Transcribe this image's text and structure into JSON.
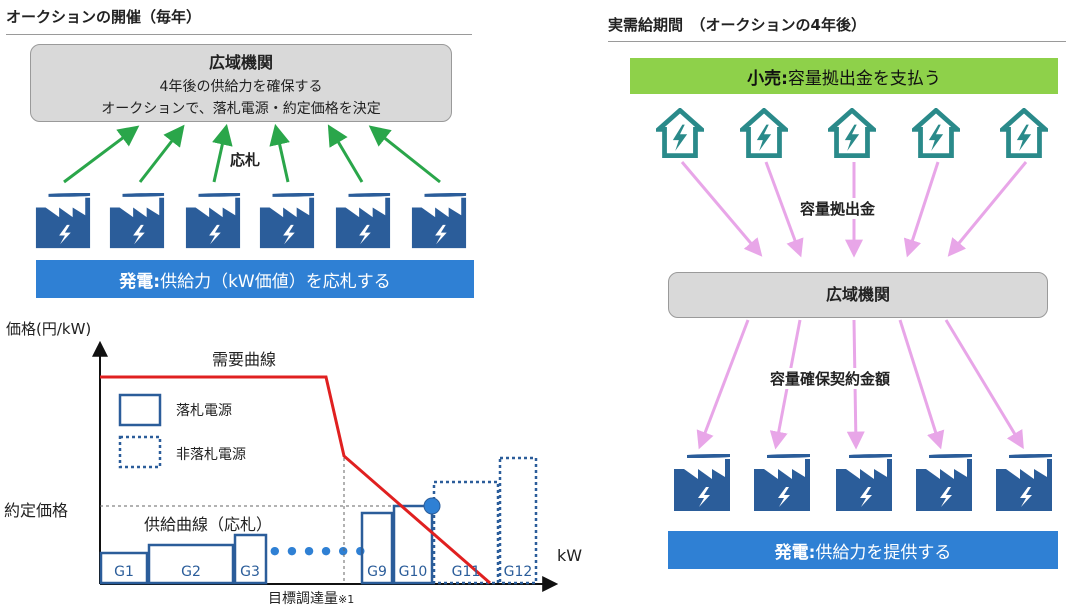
{
  "left": {
    "title": "オークションの開催（毎年）",
    "top_box": {
      "heading": "広域機関",
      "line1": "4年後の供給力を確保する",
      "line2": "オークションで、落札電源・約定価格を決定"
    },
    "bid_label": "応札",
    "gen_bar": {
      "bold": "発電:",
      "text": " 供給力（kW価値）を応札する"
    },
    "chart": {
      "ylabel": "価格(円/kW)",
      "xlabel": "kW",
      "demand_label": "需要曲線",
      "supply_label": "供給曲線（応札）",
      "price_label": "約定価格",
      "target_label": "目標調達量",
      "target_note": "※1",
      "legend_won": "落札電源",
      "legend_lost": "非落札電源",
      "dots": "● ● ● ● ● ●",
      "generators": [
        "G1",
        "G2",
        "G3",
        "G9",
        "G10",
        "G11",
        "G12"
      ]
    }
  },
  "right": {
    "title": "実需給期間　（オークションの4年後）",
    "retail_bar": {
      "bold": "小売:",
      "text": " 容量拠出金を支払う"
    },
    "contribution_label": "容量拠出金",
    "mid_box": "広域機関",
    "payment_label": "容量確保契約金額",
    "gen_bar": {
      "bold": "発電:",
      "text": " 供給力を提供する"
    }
  },
  "colors": {
    "plant": "#2b5d9a",
    "house": "#2a8a8a",
    "green_arrow": "#2aa64a",
    "pink_arrow": "#e8a6e8",
    "demand": "#e02020",
    "bar_blue": "#2f80d4",
    "retail_green": "#8ed14a"
  }
}
